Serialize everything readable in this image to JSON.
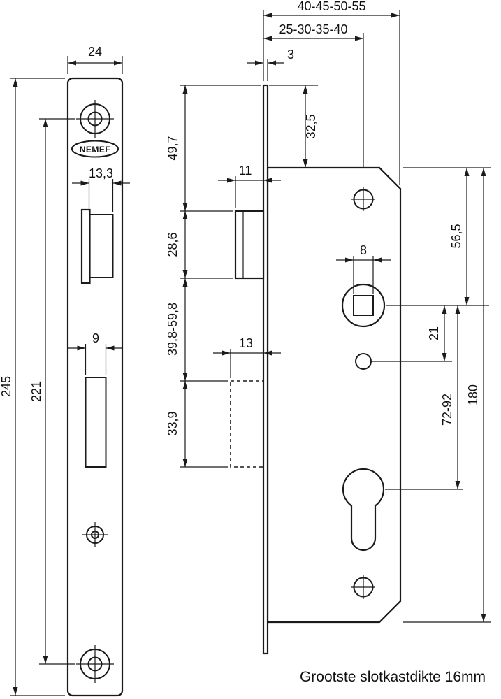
{
  "drawing": {
    "brand": "NEMEF",
    "footer_note": "Grootste slotkastdikte 16mm",
    "front_view": {
      "faceplate_width": "24",
      "faceplate_height": "245",
      "screw_hole_spacing": "221",
      "latch_opening_width": "13,3",
      "deadbolt_opening_width": "9"
    },
    "side_view": {
      "case_depth_options": "40-45-50-55",
      "backset_options": "25-30-35-40",
      "faceplate_thickness": "3",
      "top_to_latch": "49,7",
      "latch_height": "28,6",
      "latch_to_deadbolt": "39,8-59,8",
      "deadbolt_height": "33,9",
      "latch_protrusion": "11",
      "deadbolt_throw": "13",
      "faceplate_top_to_case": "32,5",
      "spindle_square_size": "8",
      "case_top_to_spindle": "56,5",
      "spindle_to_pin_hole": "21",
      "spindle_to_cylinder": "72-92",
      "case_height": "180"
    }
  }
}
